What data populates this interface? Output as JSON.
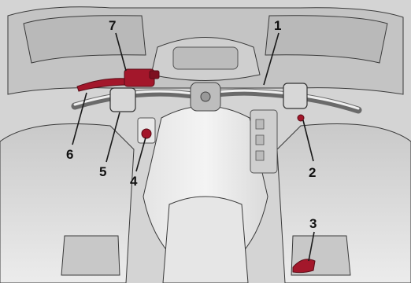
{
  "diagram": {
    "callouts": [
      {
        "id": "1",
        "label": "1"
      },
      {
        "id": "2",
        "label": "2"
      },
      {
        "id": "3",
        "label": "3"
      },
      {
        "id": "4",
        "label": "4"
      },
      {
        "id": "5",
        "label": "5"
      },
      {
        "id": "6",
        "label": "6"
      },
      {
        "id": "7",
        "label": "7"
      }
    ],
    "highlight_color": "#a3172b",
    "body_color": "#d9d9d9",
    "line_color": "#1a1a1a"
  }
}
